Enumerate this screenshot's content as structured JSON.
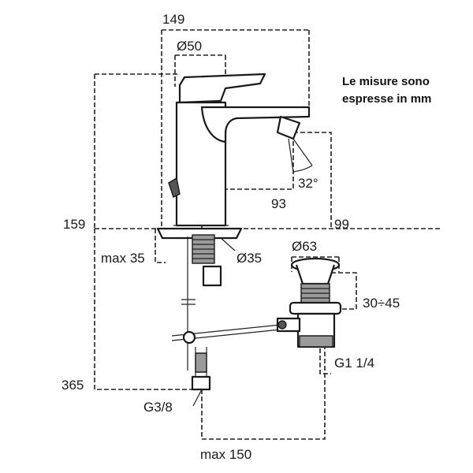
{
  "note": {
    "line1": "Le misure sono",
    "line2": "espresse in mm"
  },
  "dimensions": {
    "overall_width": "149",
    "body_diameter": "Ø50",
    "spout_reach": "93",
    "aerator_angle": "32°",
    "deck_height": "159",
    "spout_height": "99",
    "max_deck_thickness": "max 35",
    "hole_diameter": "Ø35",
    "waste_diameter": "Ø63",
    "waste_adjust": "30÷45",
    "waste_thread": "G1 1/4",
    "total_height": "365",
    "hose_thread": "G3/8",
    "max_rod": "max 150"
  }
}
